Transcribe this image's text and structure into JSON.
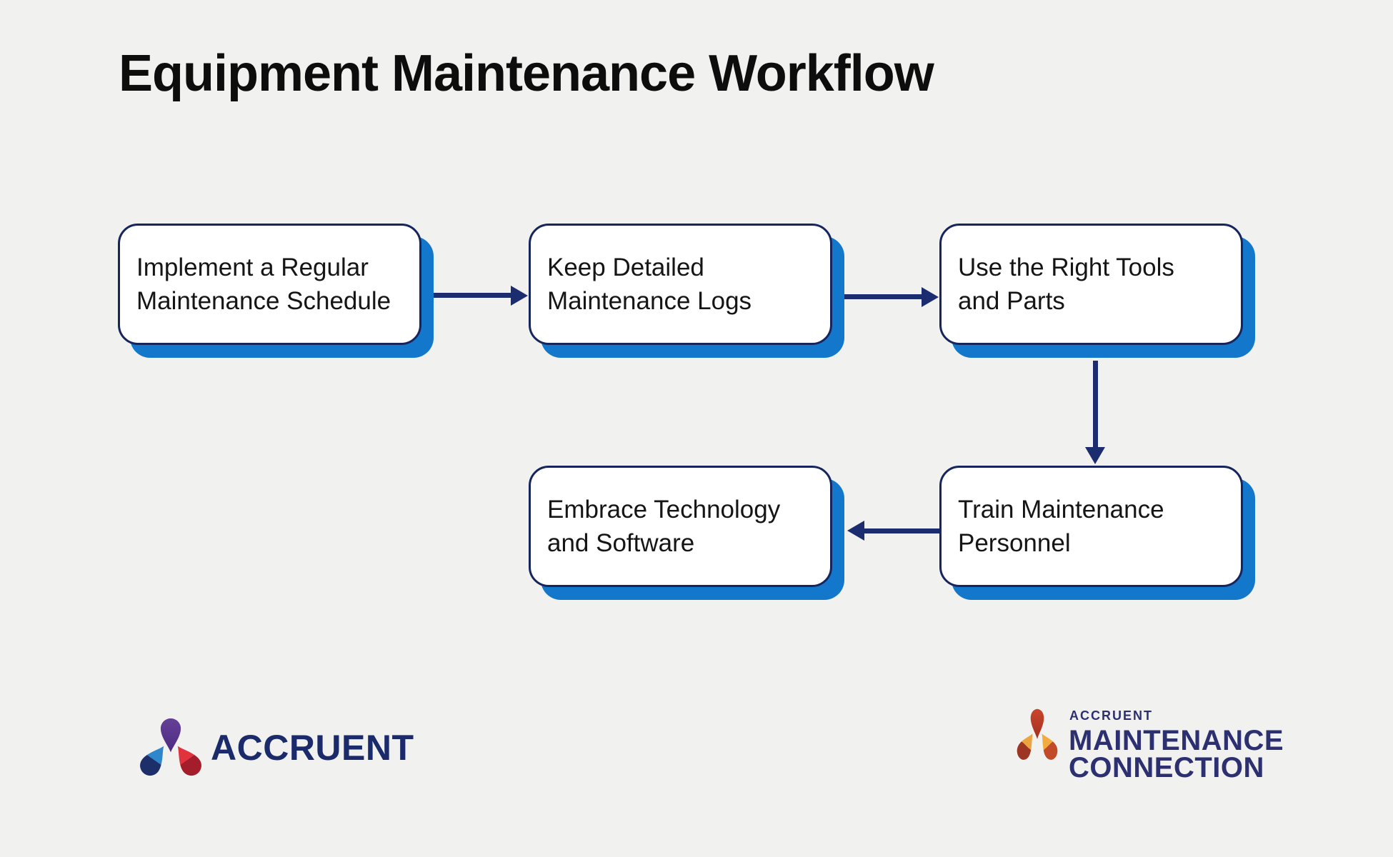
{
  "title": "Equipment Maintenance Workflow",
  "flow": {
    "boxes": [
      {
        "id": "implement-schedule",
        "line1": "Implement a Regular",
        "line2": "Maintenance Schedule"
      },
      {
        "id": "keep-logs",
        "line1": "Keep Detailed",
        "line2": "Maintenance Logs"
      },
      {
        "id": "right-tools",
        "line1": "Use the Right Tools",
        "line2": "and Parts"
      },
      {
        "id": "train-personnel",
        "line1": "Train Maintenance",
        "line2": "Personnel"
      },
      {
        "id": "embrace-tech",
        "line1": "Embrace Technology",
        "line2": "and Software"
      }
    ],
    "connections": [
      {
        "from": "implement-schedule",
        "to": "keep-logs",
        "direction": "right"
      },
      {
        "from": "keep-logs",
        "to": "right-tools",
        "direction": "right"
      },
      {
        "from": "right-tools",
        "to": "train-personnel",
        "direction": "down"
      },
      {
        "from": "train-personnel",
        "to": "embrace-tech",
        "direction": "left"
      }
    ]
  },
  "footer": {
    "accruent_wordmark": "ACCRUENT",
    "mc_brand": "ACCRUENT",
    "mc_line1": "MAINTENANCE",
    "mc_line2": "CONNECTION"
  },
  "colors": {
    "bg": "#f1f1ef",
    "title-text": "#0d0d0d",
    "box-text": "#151515",
    "box-border": "#16265d",
    "box-shadow": "#1377cc",
    "arrow": "#1b2d6f",
    "accruent-navy": "#1b2a6b",
    "mc-navy": "#2d3070",
    "logo-purple": "#553189",
    "logo-blue": "#2e86cb",
    "logo-dark-navy": "#1d2f69",
    "logo-red": "#e0333e",
    "logo-dark-red": "#a31e2a",
    "mc-rust": "#bb3526",
    "mc-amber": "#eca43e",
    "mc-maroon": "#9c3522",
    "mc-orange": "#c34a28"
  }
}
